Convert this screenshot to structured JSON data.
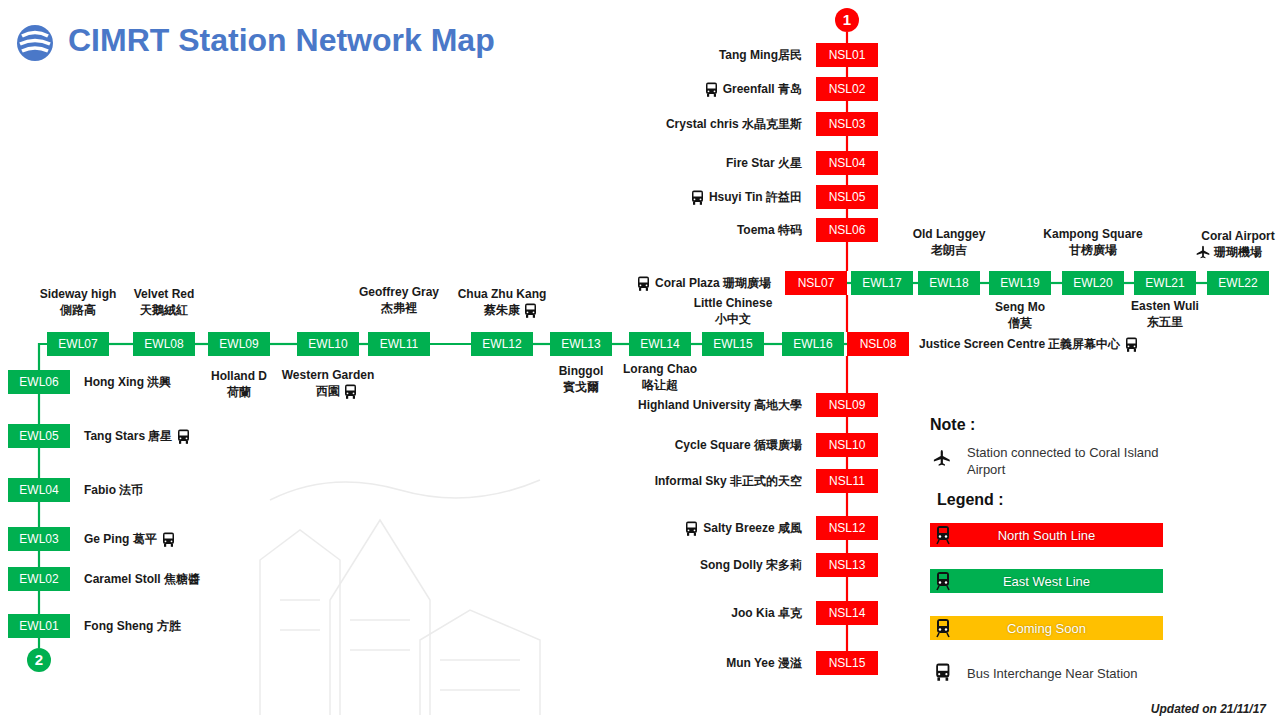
{
  "diagram": {
    "title": "CIMRT Station Network Map",
    "nodes": [
      {
        "text": [
          "1"
        ]
      },
      {
        "text": [
          "NSL01",
          "Tang Ming居民"
        ]
      },
      {
        "text": [
          "NSL02",
          "Greenfall 青岛"
        ]
      },
      {
        "text": [
          "NSL03",
          "Crystal chris 水晶克里斯"
        ]
      },
      {
        "text": [
          "NSL04",
          "Fire Star 火星"
        ]
      },
      {
        "text": [
          "NSL05",
          "Hsuyi Tin 許益田"
        ]
      },
      {
        "text": [
          "NSL06",
          "Toema 特码"
        ]
      },
      {
        "text": [
          "NSL07",
          "Coral Plaza 珊瑚廣場"
        ]
      },
      {
        "text": [
          "NSL08",
          "Justice Screen Centre 正義屏幕中心"
        ]
      },
      {
        "text": [
          "NSL09",
          "Highland University 高地大學"
        ]
      },
      {
        "text": [
          "NSL10",
          "Cycle Square 循環廣場"
        ]
      },
      {
        "text": [
          "NSL11",
          "Informal Sky 非正式的天空"
        ]
      },
      {
        "text": [
          "NSL12",
          "Salty Breeze 咸風"
        ]
      },
      {
        "text": [
          "NSL13",
          "Song Dolly 宋多莉"
        ]
      },
      {
        "text": [
          "NSL14",
          "Joo Kia 卓克"
        ]
      },
      {
        "text": [
          "NSL15",
          "Mun Yee 漫溢"
        ]
      },
      {
        "text": [
          "2"
        ]
      },
      {
        "text": [
          "EWL01",
          "Fong Sheng 方胜"
        ]
      },
      {
        "text": [
          "EWL02",
          "Caramel Stoll 焦糖醬"
        ]
      },
      {
        "text": [
          "EWL03",
          "Ge Ping 葛平"
        ]
      },
      {
        "text": [
          "EWL04",
          "Fabio 法币"
        ]
      },
      {
        "text": [
          "EWL05",
          "Tang Stars 唐星"
        ]
      },
      {
        "text": [
          "EWL06",
          "Hong Xing 洪興"
        ]
      },
      {
        "text": [
          "EWL07",
          "Sideway high 側路高"
        ]
      },
      {
        "text": [
          "EWL08",
          "Velvet Red 天鵝絨紅"
        ]
      },
      {
        "text": [
          "EWL09",
          "Holland D 荷蘭"
        ]
      },
      {
        "text": [
          "EWL10",
          "Western Garden 西園"
        ]
      },
      {
        "text": [
          "EWL11",
          "Geoffrey Gray 杰弗裡"
        ]
      },
      {
        "text": [
          "EWL12",
          "Chua Zhu Kang 蔡朱康"
        ]
      },
      {
        "text": [
          "EWL13",
          "Binggol 賓戈爾"
        ]
      },
      {
        "text": [
          "EWL14",
          "Lorang Chao 咯让超"
        ]
      },
      {
        "text": [
          "EWL15",
          "Little Chinese 小中文"
        ]
      },
      {
        "text": [
          "EWL16"
        ]
      },
      {
        "text": [
          "EWL17"
        ]
      },
      {
        "text": [
          "EWL18",
          "Old Langgey 老朗吉"
        ]
      },
      {
        "text": [
          "EWL19",
          "Seng Mo 僧莫"
        ]
      },
      {
        "text": [
          "EWL20",
          "Kampong Square 甘榜廣場"
        ]
      },
      {
        "text": [
          "EWL21",
          "Easten Wuli 东五里"
        ]
      },
      {
        "text": [
          "EWL22",
          "Coral Airport 珊瑚機場"
        ]
      }
    ],
    "edges": [
      {
        "from": 0,
        "to": 1,
        "arrow": "none"
      },
      {
        "from": 1,
        "to": 2,
        "arrow": "none"
      },
      {
        "from": 2,
        "to": 3,
        "arrow": "none"
      },
      {
        "from": 3,
        "to": 4,
        "arrow": "none"
      },
      {
        "from": 4,
        "to": 5,
        "arrow": "none"
      },
      {
        "from": 5,
        "to": 6,
        "arrow": "none"
      },
      {
        "from": 6,
        "to": 7,
        "arrow": "none"
      },
      {
        "from": 7,
        "to": 8,
        "arrow": "none"
      },
      {
        "from": 8,
        "to": 9,
        "arrow": "none"
      },
      {
        "from": 9,
        "to": 10,
        "arrow": "none"
      },
      {
        "from": 10,
        "to": 11,
        "arrow": "none"
      },
      {
        "from": 11,
        "to": 12,
        "arrow": "none"
      },
      {
        "from": 12,
        "to": 13,
        "arrow": "none"
      },
      {
        "from": 13,
        "to": 14,
        "arrow": "none"
      },
      {
        "from": 14,
        "to": 15,
        "arrow": "none"
      },
      {
        "from": 16,
        "to": 17,
        "arrow": "none"
      },
      {
        "from": 17,
        "to": 18,
        "arrow": "none"
      },
      {
        "from": 18,
        "to": 19,
        "arrow": "none"
      },
      {
        "from": 19,
        "to": 20,
        "arrow": "none"
      },
      {
        "from": 20,
        "to": 21,
        "arrow": "none"
      },
      {
        "from": 21,
        "to": 22,
        "arrow": "none"
      },
      {
        "from": 22,
        "to": 23,
        "arrow": "none"
      },
      {
        "from": 23,
        "to": 24,
        "arrow": "none"
      },
      {
        "from": 24,
        "to": 25,
        "arrow": "none"
      },
      {
        "from": 25,
        "to": 26,
        "arrow": "none"
      },
      {
        "from": 26,
        "to": 27,
        "arrow": "none"
      },
      {
        "from": 27,
        "to": 28,
        "arrow": "none"
      },
      {
        "from": 28,
        "to": 29,
        "arrow": "none"
      },
      {
        "from": 29,
        "to": 30,
        "arrow": "none"
      },
      {
        "from": 30,
        "to": 31,
        "arrow": "none"
      },
      {
        "from": 31,
        "to": 32,
        "arrow": "none"
      },
      {
        "from": 32,
        "to": 8,
        "arrow": "none"
      },
      {
        "from": 7,
        "to": 33,
        "arrow": "none"
      },
      {
        "from": 33,
        "to": 34,
        "arrow": "none"
      },
      {
        "from": 34,
        "to": 35,
        "arrow": "none"
      },
      {
        "from": 35,
        "to": 36,
        "arrow": "none"
      },
      {
        "from": 36,
        "to": 37,
        "arrow": "none"
      },
      {
        "from": 37,
        "to": 38,
        "arrow": "none"
      }
    ],
    "labels": [
      "Note :",
      "Legend :",
      "Updated on 21/11/17"
    ],
    "legend": [
      {
        "text": "Station connected to Coral Island Airport"
      },
      {
        "text": "North South Line",
        "color": "#ff0000"
      },
      {
        "text": "East West Line",
        "color": "#00b050"
      },
      {
        "text": "Coming Soon",
        "color": "#ffc000"
      },
      {
        "text": "Bus Interchange Near Station"
      }
    ]
  }
}
